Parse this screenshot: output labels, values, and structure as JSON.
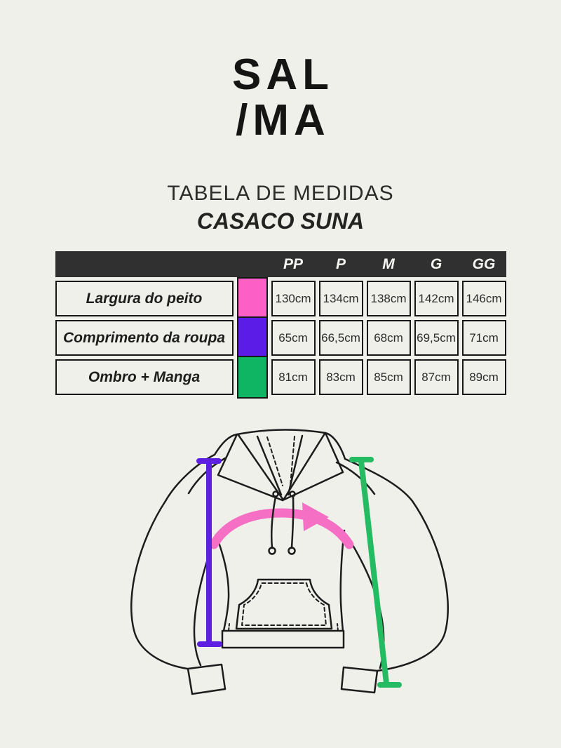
{
  "brand": {
    "line1": "SAL",
    "line2": "/MA"
  },
  "heading": {
    "title": "TABELA DE MEDIDAS",
    "subtitle": "CASACO SUNA"
  },
  "table": {
    "size_headers": [
      "PP",
      "P",
      "M",
      "G",
      "GG"
    ],
    "rows": [
      {
        "label": "Largura do peito",
        "swatch_color": "#fc5fc6",
        "values": [
          "130cm",
          "134cm",
          "138cm",
          "142cm",
          "146cm"
        ]
      },
      {
        "label": "Comprimento da roupa",
        "swatch_color": "#5a1ce6",
        "values": [
          "65cm",
          "66,5cm",
          "68cm",
          "69,5cm",
          "71cm"
        ]
      },
      {
        "label": "Ombro + Manga",
        "swatch_color": "#10b564",
        "values": [
          "81cm",
          "83cm",
          "85cm",
          "87cm",
          "89cm"
        ]
      }
    ]
  },
  "illustration": {
    "garment": "hoodie-flat-sketch",
    "colors": {
      "chest_width_arrow": "#f56fc4",
      "length_line": "#5d1fe0",
      "shoulder_sleeve_line": "#25bb62",
      "outline": "#1c1c1c"
    }
  },
  "page_colors": {
    "background": "#f0f0eb",
    "table_header_bar": "#303030",
    "cell_border": "#171717",
    "text": "#202020"
  }
}
